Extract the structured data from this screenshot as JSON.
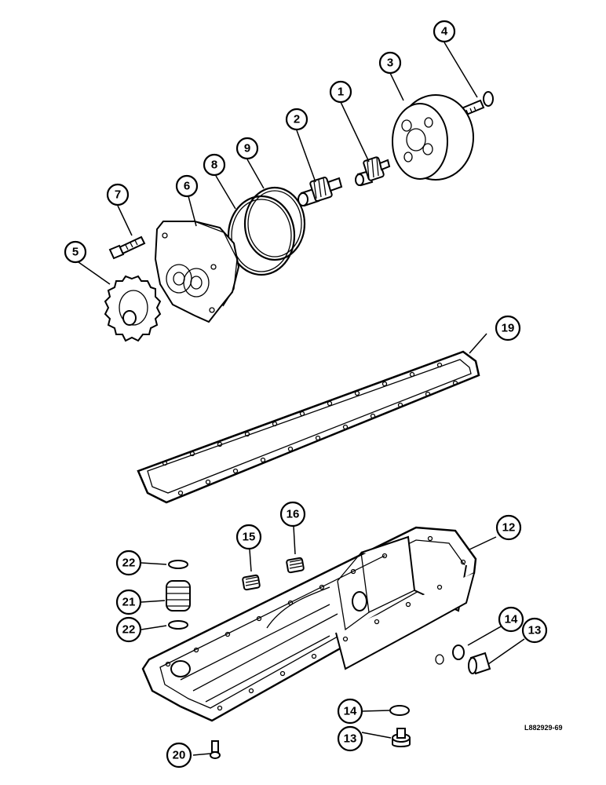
{
  "figure_code": "L882929-69",
  "callouts": [
    {
      "label": "1",
      "part": "driven gear shaft"
    },
    {
      "label": "2",
      "part": "drive gear shaft"
    },
    {
      "label": "3",
      "part": "pump cover"
    },
    {
      "label": "4",
      "part": "cover bolt"
    },
    {
      "label": "5",
      "part": "pump drive gear"
    },
    {
      "label": "6",
      "part": "pump body"
    },
    {
      "label": "7",
      "part": "mounting bolt"
    },
    {
      "label": "8",
      "part": "o-ring outer"
    },
    {
      "label": "9",
      "part": "o-ring inner"
    },
    {
      "label": "12",
      "part": "oil pan"
    },
    {
      "label": "13",
      "part": "drain plug side"
    },
    {
      "label": "14",
      "part": "washer side"
    },
    {
      "label": "13",
      "part": "drain plug bottom"
    },
    {
      "label": "14",
      "part": "washer bottom"
    },
    {
      "label": "15",
      "part": "plug left"
    },
    {
      "label": "16",
      "part": "plug right"
    },
    {
      "label": "19",
      "part": "oil pan gasket"
    },
    {
      "label": "20",
      "part": "screw"
    },
    {
      "label": "21",
      "part": "strainer spring"
    },
    {
      "label": "22",
      "part": "o-ring top"
    },
    {
      "label": "22",
      "part": "o-ring bottom"
    }
  ]
}
